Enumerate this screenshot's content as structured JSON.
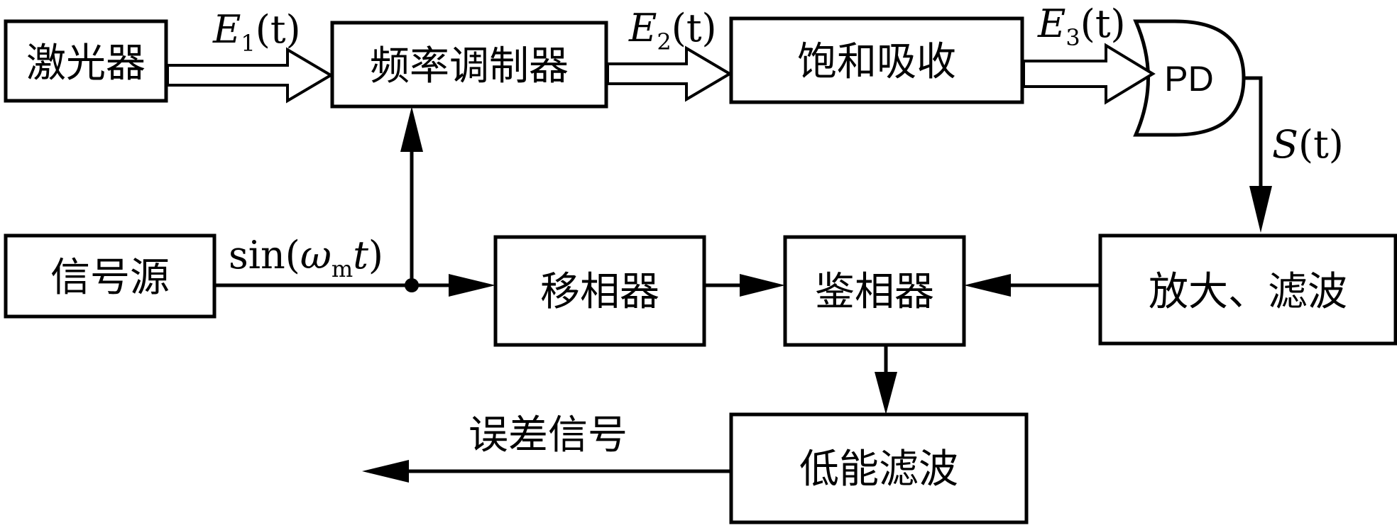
{
  "blocks": {
    "laser": "激光器",
    "freq_modulator": "频率调制器",
    "saturated_absorption": "饱和吸收",
    "photodetector": "PD",
    "signal_source": "信号源",
    "phase_shifter": "移相器",
    "phase_detector": "鉴相器",
    "amp_filter": "放大、滤波",
    "lowpass_filter": "低能滤波"
  },
  "signals": {
    "e1": {
      "symbol": "E",
      "subscript": "1",
      "argument": "(t)"
    },
    "e2": {
      "symbol": "E",
      "subscript": "2",
      "argument": "(t)"
    },
    "e3": {
      "symbol": "E",
      "subscript": "3",
      "argument": "(t)"
    },
    "s": {
      "symbol": "S",
      "argument": "(t)"
    },
    "modulation": {
      "prefix": "sin(",
      "omega": "ω",
      "subscript": "m",
      "variable": "t",
      "suffix": ")"
    },
    "error_signal": "误差信号"
  }
}
